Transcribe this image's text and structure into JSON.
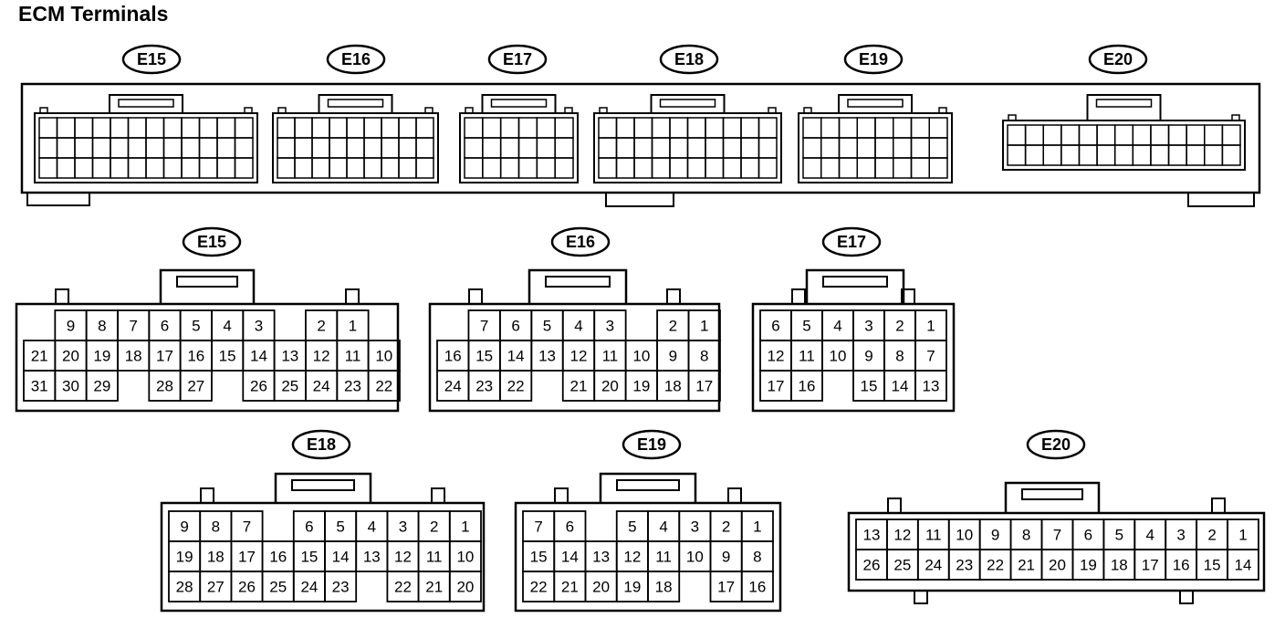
{
  "title": "ECM Terminals",
  "overview_labels": [
    "E15",
    "E16",
    "E17",
    "E18",
    "E19",
    "E20"
  ],
  "connectors": [
    {
      "name": "E15",
      "rows": [
        [
          "",
          "9",
          "8",
          "7",
          "6",
          "5",
          "4",
          "3",
          "",
          "2",
          "1",
          ""
        ],
        [
          "21",
          "20",
          "19",
          "18",
          "17",
          "16",
          "15",
          "14",
          "13",
          "12",
          "11",
          "10"
        ],
        [
          "31",
          "30",
          "29",
          "",
          "28",
          "27",
          "",
          "26",
          "25",
          "24",
          "23",
          "22"
        ]
      ]
    },
    {
      "name": "E16",
      "rows": [
        [
          "",
          "7",
          "6",
          "5",
          "4",
          "3",
          "",
          "2",
          "1",
          ""
        ],
        [
          "16",
          "15",
          "14",
          "13",
          "12",
          "11",
          "10",
          "9",
          "8",
          ""
        ],
        [
          "24",
          "23",
          "22",
          "",
          "21",
          "20",
          "19",
          "18",
          "17",
          ""
        ]
      ]
    },
    {
      "name": "E17",
      "rows": [
        [
          "6",
          "5",
          "4",
          "3",
          "2",
          "1"
        ],
        [
          "12",
          "11",
          "10",
          "9",
          "8",
          "7"
        ],
        [
          "17",
          "16",
          "",
          "15",
          "14",
          "13"
        ]
      ]
    },
    {
      "name": "E18",
      "rows": [
        [
          "9",
          "8",
          "7",
          "",
          "6",
          "5",
          "4",
          "3",
          "2",
          "1"
        ],
        [
          "19",
          "18",
          "17",
          "16",
          "15",
          "14",
          "13",
          "12",
          "11",
          "10"
        ],
        [
          "28",
          "27",
          "26",
          "25",
          "24",
          "23",
          "",
          "22",
          "21",
          "20"
        ]
      ]
    },
    {
      "name": "E19",
      "rows": [
        [
          "7",
          "6",
          "",
          "5",
          "4",
          "3",
          "2",
          "1"
        ],
        [
          "15",
          "14",
          "13",
          "12",
          "11",
          "10",
          "9",
          "8"
        ],
        [
          "22",
          "21",
          "20",
          "19",
          "18",
          "",
          "17",
          "16"
        ]
      ]
    },
    {
      "name": "E20",
      "rows": [
        [
          "13",
          "12",
          "11",
          "10",
          "9",
          "8",
          "7",
          "6",
          "5",
          "4",
          "3",
          "2",
          "1"
        ],
        [
          "26",
          "25",
          "24",
          "23",
          "22",
          "21",
          "20",
          "19",
          "18",
          "17",
          "16",
          "15",
          "14"
        ]
      ]
    }
  ]
}
